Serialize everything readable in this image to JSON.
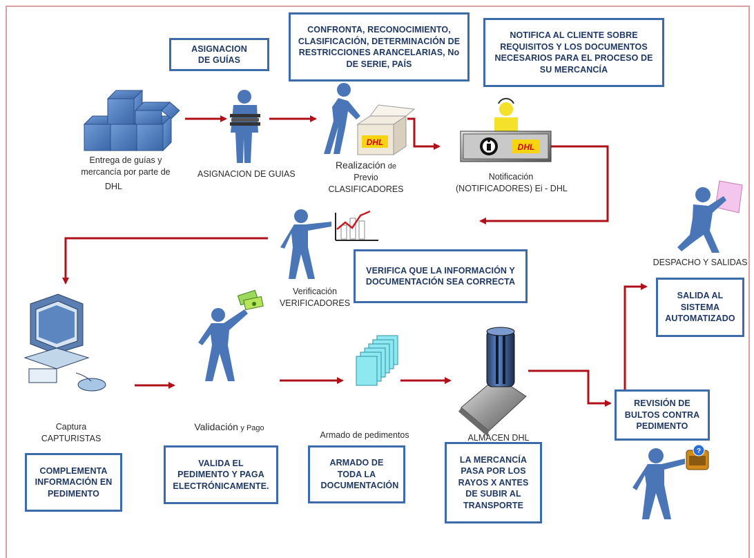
{
  "boxes": {
    "asignacion": "ASIGNACION DE GUÍAS",
    "confronta": "CONFRONTA, RECONOCIMIENTO, CLASIFICACIÓN, DETERMINACIÓN DE RESTRICCIONES  ARANCELARIAS, No DE SERIE, PAÍS",
    "notifica": "NOTIFICA AL CLIENTE SOBRE REQUISITOS Y LOS DOCUMENTOS NECESARIOS PARA EL PROCESO DE SU MERCANCÍA",
    "verifica": "VERIFICA QUE LA INFORMACIÓN Y DOCUMENTACIÓN SEA CORRECTA",
    "salida": "SALIDA AL SISTEMA AUTOMATIZADO",
    "revision": "REVISIÓN DE BULTOS CONTRA PEDIMENTO",
    "complementa": "COMPLEMENTA INFORMACIÓN EN PEDIMENTO",
    "valida": "VALIDA EL PEDIMENTO Y  PAGA ELECTRÓNICAMENTE.",
    "armado": "ARMADO DE TODA LA DOCUMENTACIÓN",
    "rayos": "LA MERCANCÍA PASA POR LOS RAYOS X ANTES DE SUBIR AL TRANSPORTE"
  },
  "labels": {
    "entrega_1": "Entrega de guías y",
    "entrega_2": "mercancía por parte de",
    "entrega_3": "DHL",
    "asignacion_guias": "ASIGNACION DE GUIAS",
    "realizacion_1": "Realización",
    "realizacion_de": "de",
    "realizacion_2": "Previo",
    "realizacion_3": "CLASIFICADORES",
    "notificacion_1": "Notificación",
    "notificacion_2": "(NOTIFICADORES) Ei - DHL",
    "despacho": "DESPACHO Y SALIDAS",
    "verificacion_1": "Verificación",
    "verificacion_2": "VERIFICADORES",
    "captura_1": "Captura",
    "captura_2": "CAPTURISTAS",
    "validacion": "Validación",
    "validacion_pago": "y Pago",
    "armado_ped": "Armado de pedimentos",
    "almacen": "ALMACEN DHL"
  },
  "logos": {
    "dhl": "DHL"
  },
  "colors": {
    "arrow": "#b01018",
    "box_border": "#3d6aa8",
    "box_text": "#1f3864",
    "figure": "#4a76b8",
    "frame": "#d8a0a0"
  }
}
